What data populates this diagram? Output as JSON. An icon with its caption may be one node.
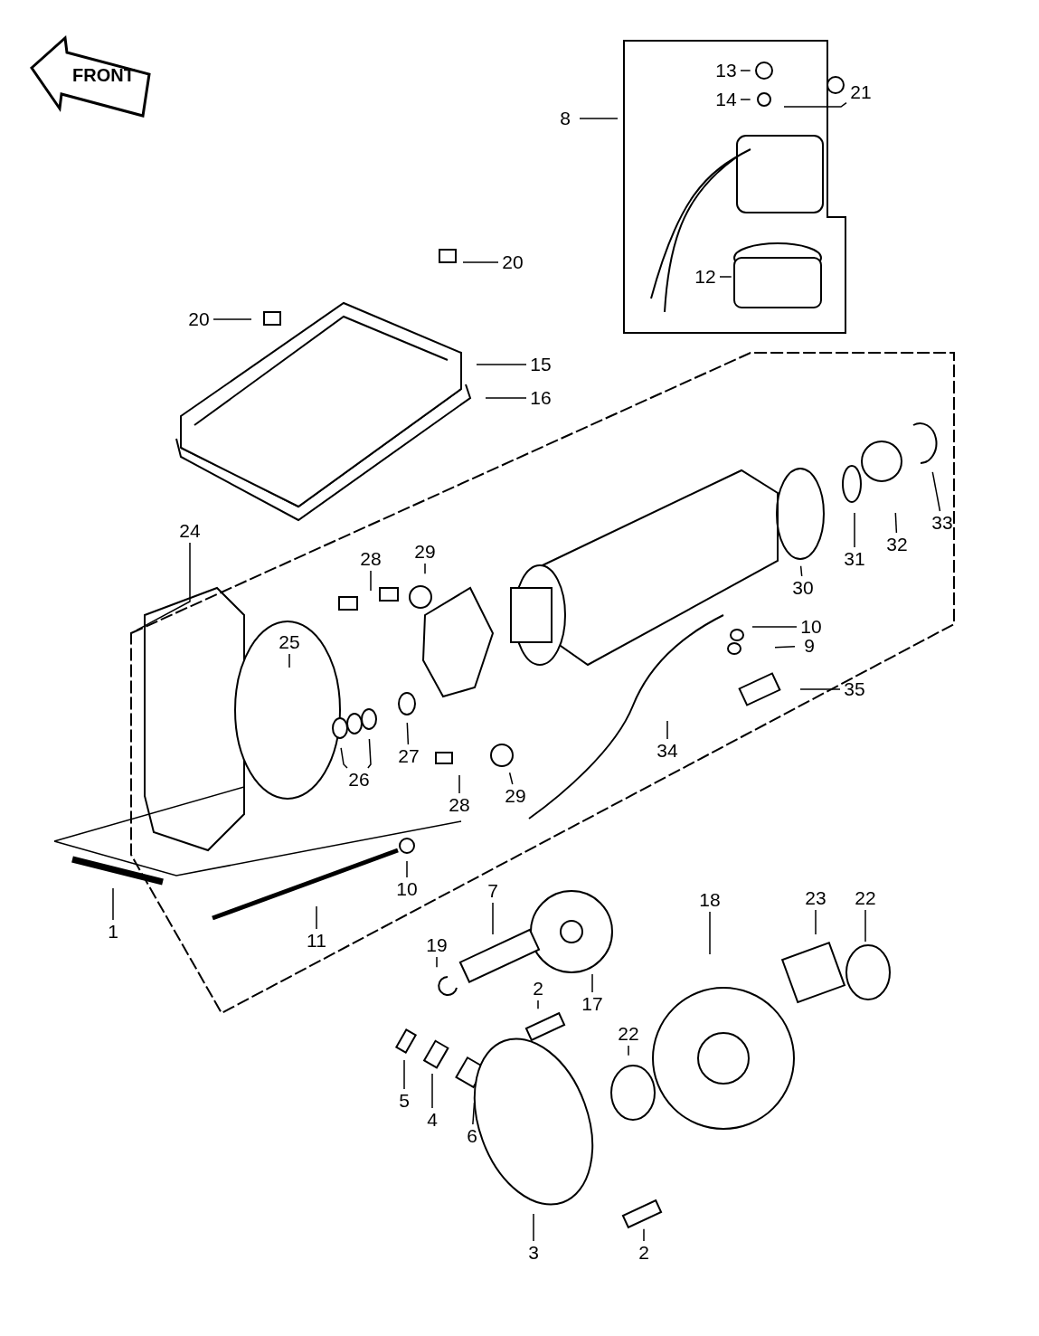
{
  "diagram": {
    "nodes": [
      {
        "text": [
          "13"
        ]
      },
      {
        "text": [
          "14"
        ]
      },
      {
        "text": [
          "21"
        ]
      },
      {
        "text": [
          "8"
        ]
      },
      {
        "text": [
          "20"
        ]
      },
      {
        "text": [
          "12"
        ]
      },
      {
        "text": [
          "20"
        ]
      },
      {
        "text": [
          "15"
        ]
      },
      {
        "text": [
          "16"
        ]
      },
      {
        "text": [
          "33"
        ]
      },
      {
        "text": [
          "24"
        ]
      },
      {
        "text": [
          "32"
        ]
      },
      {
        "text": [
          "29"
        ]
      },
      {
        "text": [
          "28"
        ]
      },
      {
        "text": [
          "31"
        ]
      },
      {
        "text": [
          "30"
        ]
      },
      {
        "text": [
          "10"
        ]
      },
      {
        "text": [
          "25"
        ]
      },
      {
        "text": [
          "9"
        ]
      },
      {
        "text": [
          "35"
        ]
      },
      {
        "text": [
          "27"
        ]
      },
      {
        "text": [
          "34"
        ]
      },
      {
        "text": [
          "26"
        ]
      },
      {
        "text": [
          "29"
        ]
      },
      {
        "text": [
          "28"
        ]
      },
      {
        "text": [
          "10"
        ]
      },
      {
        "text": [
          "7"
        ]
      },
      {
        "text": [
          "18"
        ]
      },
      {
        "text": [
          "22"
        ]
      },
      {
        "text": [
          "23"
        ]
      },
      {
        "text": [
          "1"
        ]
      },
      {
        "text": [
          "11"
        ]
      },
      {
        "text": [
          "19"
        ]
      },
      {
        "text": [
          "2"
        ]
      },
      {
        "text": [
          "17"
        ]
      },
      {
        "text": [
          "22"
        ]
      },
      {
        "text": [
          "5"
        ]
      },
      {
        "text": [
          "4"
        ]
      },
      {
        "text": [
          "6"
        ]
      },
      {
        "text": [
          "3"
        ]
      },
      {
        "text": [
          "2"
        ]
      }
    ],
    "edges": [
      {
        "from": 0,
        "to": null,
        "arrow": "none"
      },
      {
        "from": 1,
        "to": null,
        "arrow": "none"
      },
      {
        "from": 2,
        "to": null,
        "arrow": "none"
      },
      {
        "from": 3,
        "to": null,
        "arrow": "none"
      },
      {
        "from": 4,
        "to": null,
        "arrow": "none"
      },
      {
        "from": 5,
        "to": null,
        "arrow": "none"
      },
      {
        "from": 6,
        "to": null,
        "arrow": "none"
      },
      {
        "from": 7,
        "to": null,
        "arrow": "none"
      },
      {
        "from": 8,
        "to": null,
        "arrow": "none"
      },
      {
        "from": 9,
        "to": null,
        "arrow": "none"
      },
      {
        "from": 10,
        "to": null,
        "arrow": "none"
      },
      {
        "from": 11,
        "to": null,
        "arrow": "none"
      },
      {
        "from": 12,
        "to": null,
        "arrow": "none"
      },
      {
        "from": 13,
        "to": null,
        "arrow": "none"
      },
      {
        "from": 14,
        "to": null,
        "arrow": "none"
      },
      {
        "from": 15,
        "to": null,
        "arrow": "none"
      },
      {
        "from": 16,
        "to": null,
        "arrow": "none"
      },
      {
        "from": 17,
        "to": null,
        "arrow": "none"
      },
      {
        "from": 18,
        "to": null,
        "arrow": "none"
      },
      {
        "from": 19,
        "to": null,
        "arrow": "none"
      },
      {
        "from": 20,
        "to": null,
        "arrow": "none"
      },
      {
        "from": 21,
        "to": null,
        "arrow": "none"
      },
      {
        "from": 22,
        "to": null,
        "arrow": "none"
      },
      {
        "from": 22,
        "to": null,
        "arrow": "none"
      },
      {
        "from": 23,
        "to": null,
        "arrow": "none"
      },
      {
        "from": 24,
        "to": null,
        "arrow": "none"
      },
      {
        "from": 25,
        "to": null,
        "arrow": "none"
      },
      {
        "from": 26,
        "to": null,
        "arrow": "none"
      },
      {
        "from": 27,
        "to": null,
        "arrow": "none"
      },
      {
        "from": 28,
        "to": null,
        "arrow": "none"
      },
      {
        "from": 29,
        "to": null,
        "arrow": "none"
      },
      {
        "from": 30,
        "to": null,
        "arrow": "none"
      },
      {
        "from": 31,
        "to": null,
        "arrow": "none"
      },
      {
        "from": 32,
        "to": null,
        "arrow": "none"
      },
      {
        "from": 33,
        "to": null,
        "arrow": "none"
      },
      {
        "from": 34,
        "to": null,
        "arrow": "none"
      },
      {
        "from": 35,
        "to": null,
        "arrow": "none"
      },
      {
        "from": 36,
        "to": null,
        "arrow": "none"
      },
      {
        "from": 37,
        "to": null,
        "arrow": "none"
      },
      {
        "from": 38,
        "to": null,
        "arrow": "none"
      },
      {
        "from": 39,
        "to": null,
        "arrow": "none"
      },
      {
        "from": 40,
        "to": null,
        "arrow": "none"
      }
    ],
    "labels": [
      "FRONT"
    ]
  }
}
